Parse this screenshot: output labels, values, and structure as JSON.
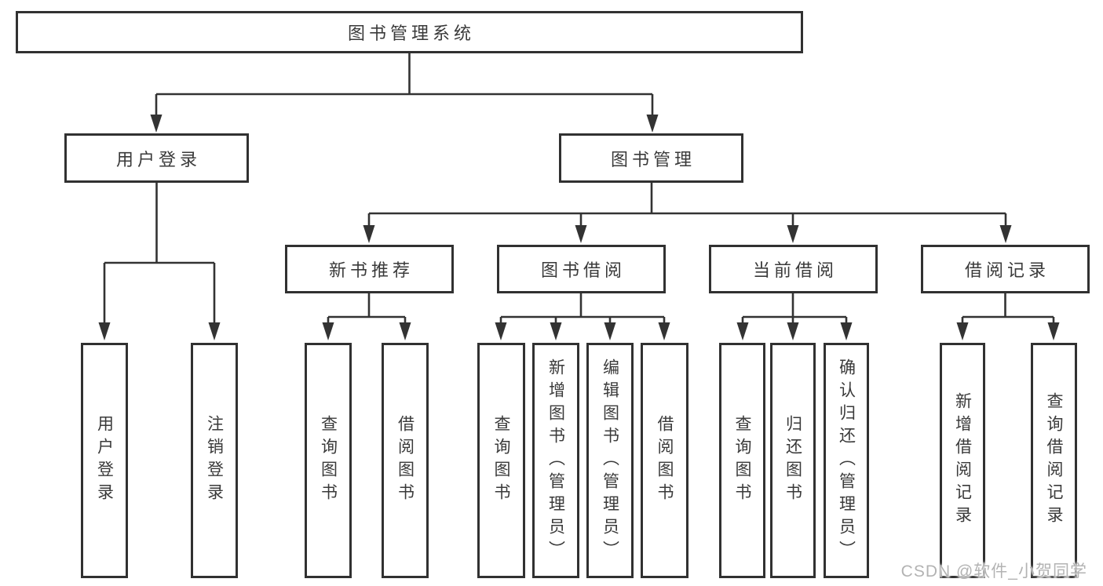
{
  "diagram": {
    "root": {
      "label": "图书管理系统"
    },
    "level2": [
      {
        "label": "用户登录"
      },
      {
        "label": "图书管理"
      }
    ],
    "level3": [
      {
        "label": "新书推荐"
      },
      {
        "label": "图书借阅"
      },
      {
        "label": "当前借阅"
      },
      {
        "label": "借阅记录"
      }
    ],
    "leaves": {
      "user_login": [
        {
          "label": "用户登录"
        },
        {
          "label": "注销登录"
        }
      ],
      "new_book_recommend": [
        {
          "label": "查询图书"
        },
        {
          "label": "借阅图书"
        }
      ],
      "book_borrow": [
        {
          "label": "查询图书"
        },
        {
          "label": "新增图书（管理员）"
        },
        {
          "label": "编辑图书（管理员）"
        },
        {
          "label": "借阅图书"
        }
      ],
      "current_borrow": [
        {
          "label": "查询图书"
        },
        {
          "label": "归还图书"
        },
        {
          "label": "确认归还（管理员）"
        }
      ],
      "borrow_records": [
        {
          "label": "新增借阅记录"
        },
        {
          "label": "查询借阅记录"
        }
      ]
    },
    "colors": {
      "line": "#333333",
      "text": "#3a3a3a",
      "box_background": "#ffffff"
    }
  },
  "watermark": {
    "text": "CSDN @软件_小贺同学",
    "color": "#b3b3b3"
  }
}
